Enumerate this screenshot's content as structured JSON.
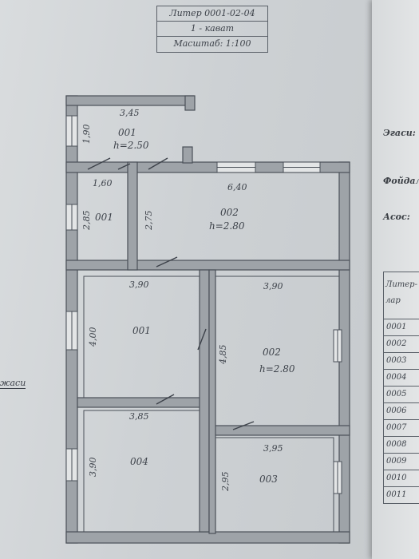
{
  "title_block": {
    "line1": "Литер  0001-02-04",
    "line2": "1 - кават",
    "line3": "Масштаб: 1:100"
  },
  "right_page": {
    "label_owner": "Эгаси:",
    "label_usage": "Фойдал",
    "label_basis": "Асос:",
    "table_header_1": "Литер-",
    "table_header_2": "лар",
    "table_rows": [
      "0001",
      "0002",
      "0003",
      "0004",
      "0005",
      "0006",
      "0007",
      "0008",
      "0009",
      "0010",
      "0011"
    ]
  },
  "side_label": "жаси",
  "rooms": {
    "r001_top": "001",
    "r001_top_h": "h=2.50",
    "r001_small": "001",
    "r002_top": "002",
    "r002_top_h": "h=2.80",
    "r001_mid": "001",
    "r002_right": "002",
    "r002_right_h": "h=2.80",
    "r004": "004",
    "r003": "003"
  },
  "dimensions": {
    "d345": "3,45",
    "d190": "1,90",
    "d160": "1,60",
    "d640": "6,40",
    "d285": "2,85",
    "d275": "2,75",
    "d390a": "3,90",
    "d390b": "3,90",
    "d400": "4,00",
    "d485": "4,85",
    "d385": "3,85",
    "d395": "3,95",
    "d390c": "3,90",
    "d295": "2,95"
  }
}
